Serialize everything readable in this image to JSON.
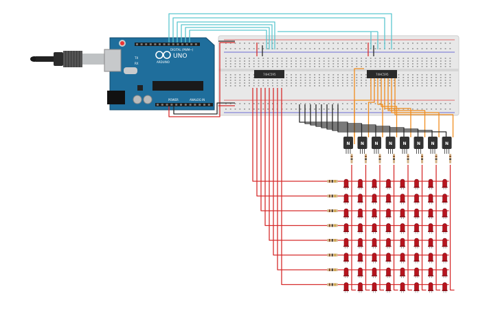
{
  "arduino": {
    "brand": "ARDUINO",
    "model": "UNO",
    "header_digital": "DIGITAL (PWM~)",
    "header_power": "POWER",
    "header_analog": "ANALOG IN",
    "label_tx": "TX",
    "label_rx": "RX",
    "board_color": "#1f6e9c"
  },
  "chips": [
    {
      "label": "74HC595"
    },
    {
      "label": "74HC595"
    }
  ],
  "transistor": {
    "label": "N"
  },
  "colors": {
    "breadboard": "#e8e8e8",
    "wire_red": "#d62b2b",
    "wire_black": "#2a2a2a",
    "wire_cyan": "#5bc6cf",
    "wire_orange": "#f08c1c",
    "led": "#b8141e"
  },
  "matrix": {
    "rows": 8,
    "cols": 8
  }
}
